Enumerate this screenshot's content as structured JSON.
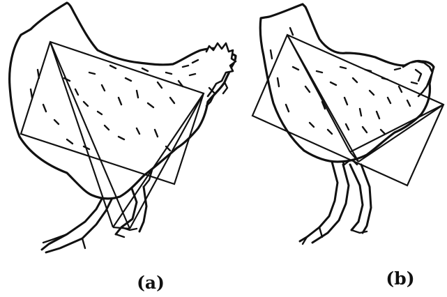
{
  "figure": {
    "panels": [
      {
        "id": "a",
        "caption": "(a)"
      },
      {
        "id": "b",
        "caption": "(b)"
      }
    ]
  }
}
